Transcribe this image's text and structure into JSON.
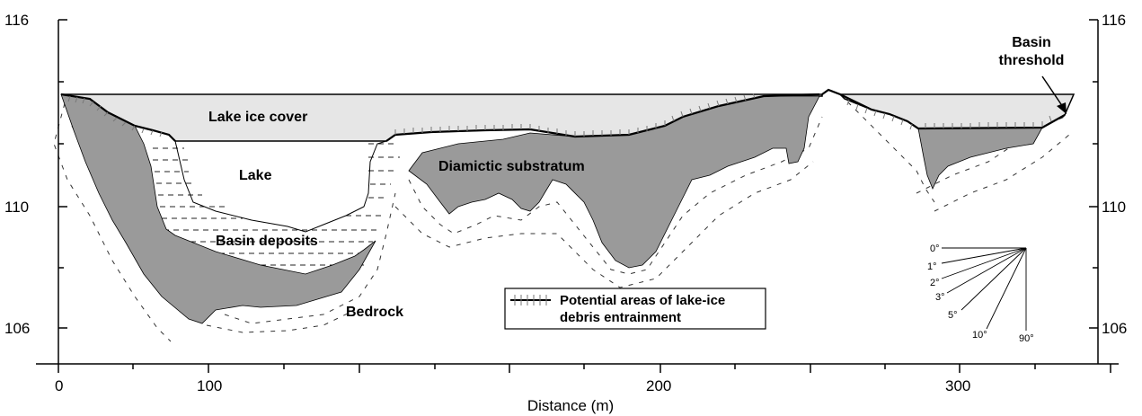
{
  "axes": {
    "x_title": "Distance (m)",
    "x_ticks": [
      "0",
      "100",
      "200",
      "300"
    ],
    "y_ticks_left": [
      "116",
      "110",
      "106"
    ],
    "y_ticks_right": [
      "116",
      "110",
      "106"
    ]
  },
  "labels": {
    "lake_ice_cover": "Lake ice cover",
    "lake": "Lake",
    "diamictic_substratum": "Diamictic substratum",
    "basin_deposits": "Basin deposits",
    "bedrock": "Bedrock",
    "basin_threshold_line1": "Basin",
    "basin_threshold_line2": "threshold"
  },
  "legend": {
    "line1": "Potential areas of lake-ice",
    "line2": "debris entrainment"
  },
  "angle_scale": {
    "labels": [
      "0°",
      "1°",
      "2°",
      "3°",
      "5°",
      "10°",
      "90°"
    ]
  },
  "colors": {
    "ice": "#e6e6e6",
    "substratum": "#9a9a9a",
    "lake": "#ffffff",
    "outline": "#000000"
  }
}
